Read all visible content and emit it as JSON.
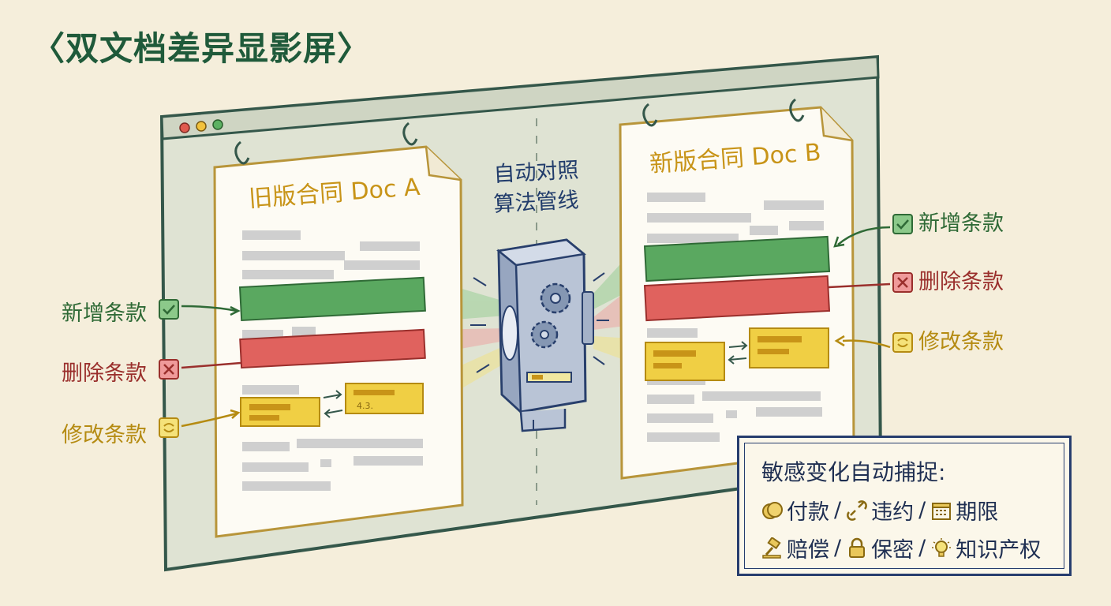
{
  "title": "〈双文档差异显影屏〉",
  "window": {
    "controls": [
      "red-dot",
      "yellow-dot",
      "green-dot"
    ]
  },
  "doc_a": {
    "title": "旧版合同 Doc A",
    "field_text": "4.3."
  },
  "doc_b": {
    "title": "新版合同 Doc B"
  },
  "pipeline": {
    "label_line1": "自动对照",
    "label_line2": "算法管线"
  },
  "legend": {
    "added": "新增条款",
    "deleted": "删除条款",
    "modified": "修改条款"
  },
  "colors": {
    "added": "#5aa860",
    "deleted": "#e0625e",
    "modified": "#f0cf44",
    "frame": "#34574a",
    "doc_border": "#b8953a"
  },
  "info": {
    "title": "敏感变化自动捕捉:",
    "items": [
      {
        "icon": "coins-icon",
        "label": "付款"
      },
      {
        "icon": "broken-link-icon",
        "label": "违约"
      },
      {
        "icon": "calendar-icon",
        "label": "期限"
      },
      {
        "icon": "gavel-icon",
        "label": "赔偿"
      },
      {
        "icon": "lock-icon",
        "label": "保密"
      },
      {
        "icon": "lightbulb-icon",
        "label": "知识产权"
      }
    ],
    "separator": "/"
  }
}
